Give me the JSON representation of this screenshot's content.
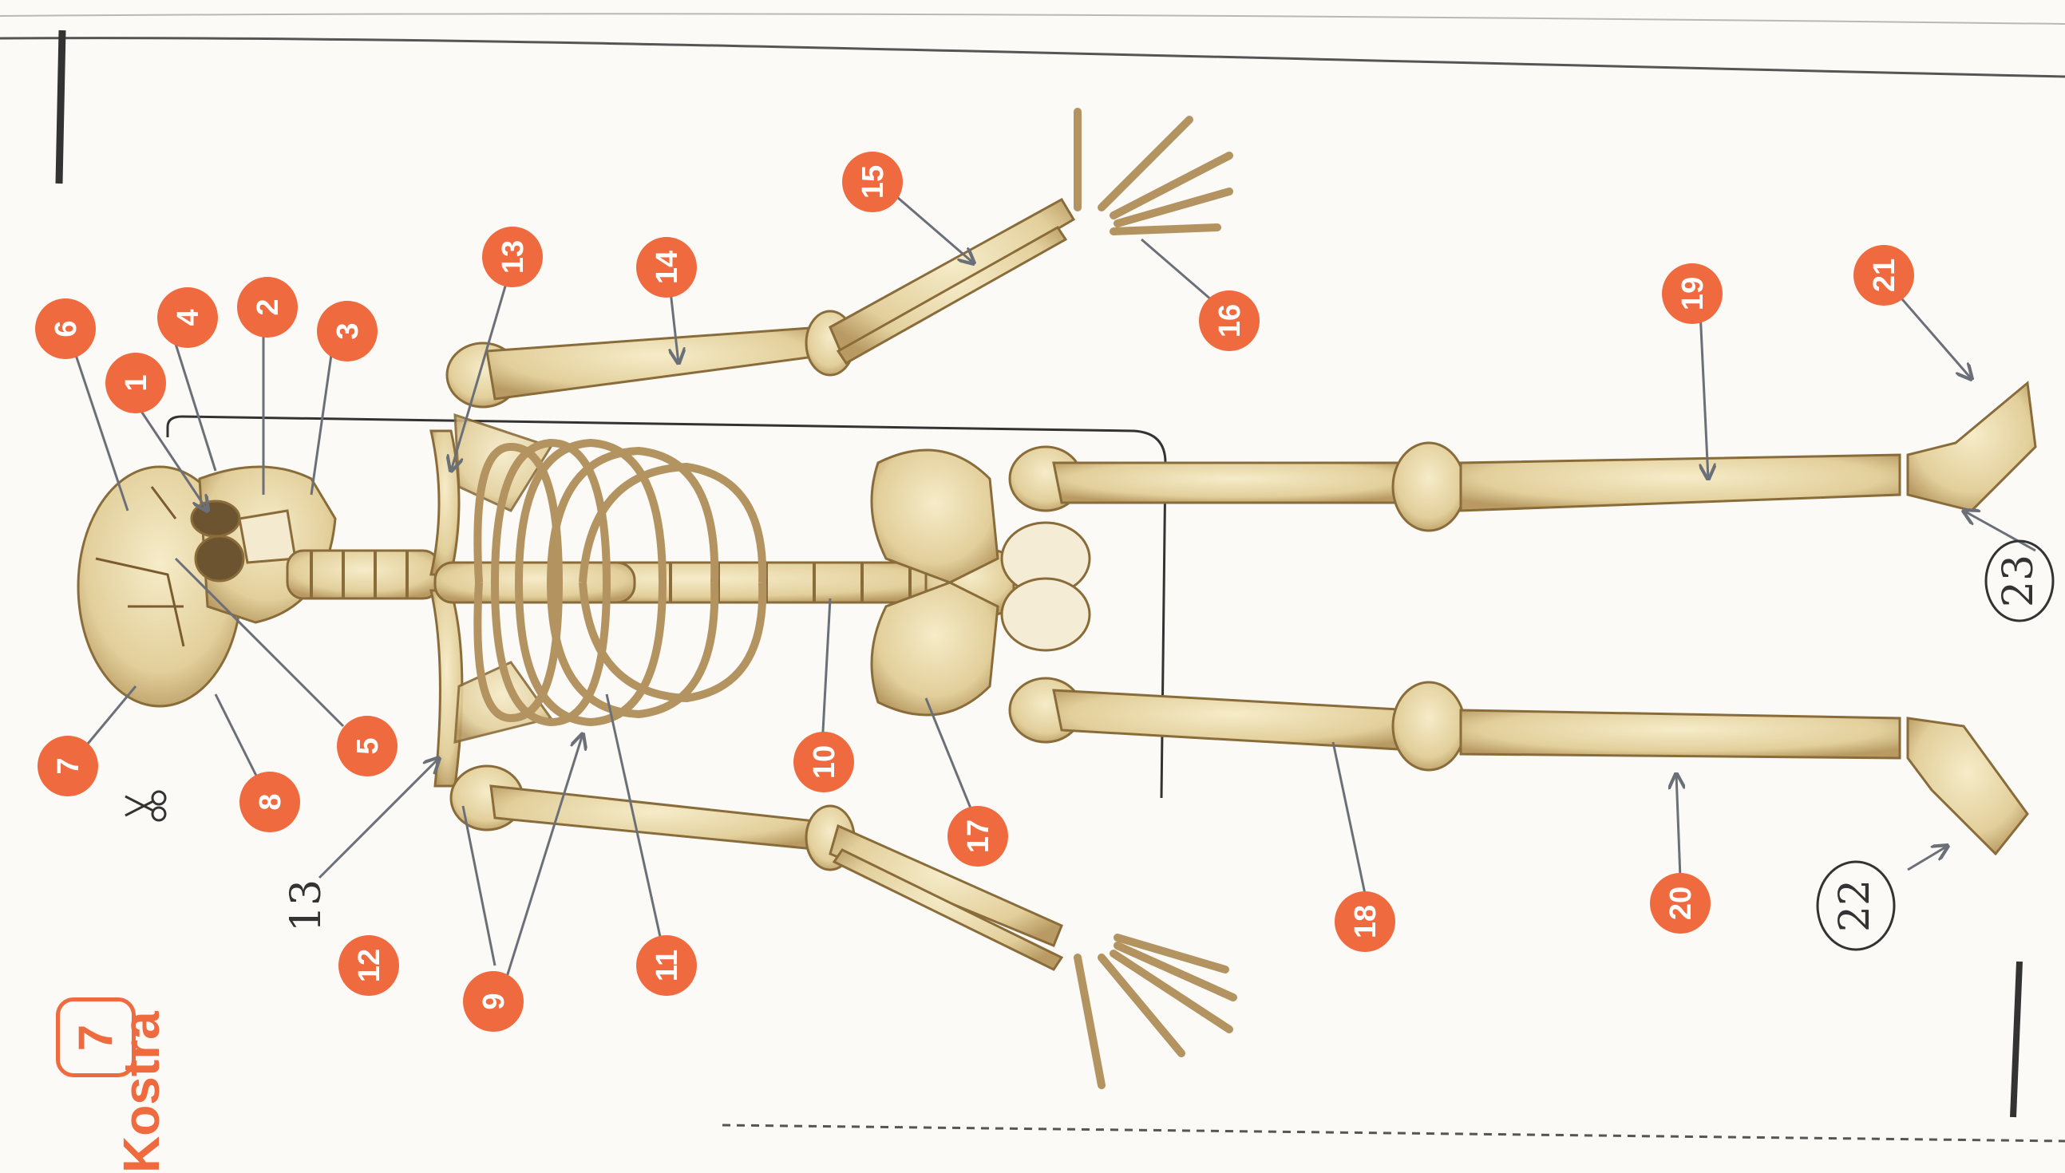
{
  "colors": {
    "accent": "#ef6b3f",
    "bone": "#e2cf9b",
    "bone_shadow": "#9c7f4a",
    "pointer": "#6b6f78",
    "ink": "#222222"
  },
  "header": {
    "number": "7",
    "title": "Kostra"
  },
  "labels": [
    "1",
    "2",
    "3",
    "4",
    "5",
    "6",
    "7",
    "8",
    "9",
    "10",
    "11",
    "12",
    "13",
    "14",
    "15",
    "16",
    "17",
    "18",
    "19",
    "20",
    "21"
  ],
  "handwritten": [
    "13",
    "22",
    "23"
  ],
  "icons": [
    "scissors-icon"
  ]
}
